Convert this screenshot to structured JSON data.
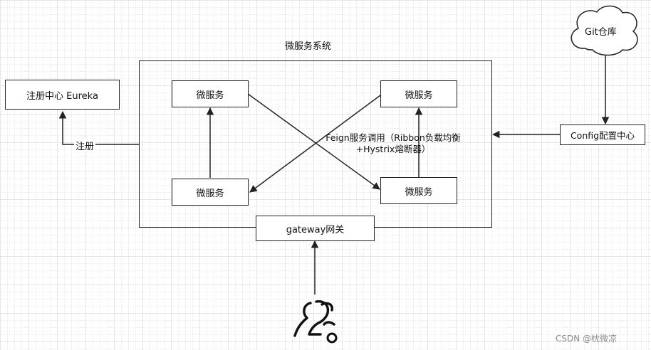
{
  "diagram": {
    "system_title": "微服务系统",
    "registry": "注册中心 Eureka",
    "register_label": "注册",
    "service": "微服务",
    "feign_line1": "Feign服务调用（Ribbon负载均衡",
    "feign_line2": "+Hystrix熔断器）",
    "gateway": "gateway网关",
    "config_center": "Config配置中心",
    "git_repo": "Git仓库",
    "watermark": "CSDN @枕微凉"
  },
  "icons": {
    "user": "users-icon"
  }
}
